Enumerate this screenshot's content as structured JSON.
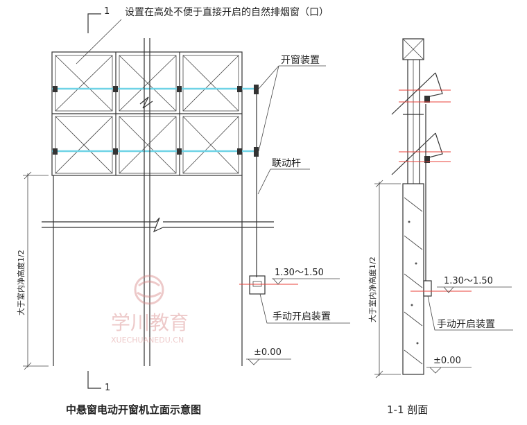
{
  "elevation": {
    "section_mark_top": "1",
    "section_mark_bottom": "1",
    "top_note": "设置在高处不便于直接开启的自然排烟窗（口）",
    "window_device_label": "开窗装置",
    "linkage_rod_label": "联动杆",
    "vertical_dim_label": "大于室内净高度1/2",
    "elevation_range_label": "1.30～1.50",
    "manual_device_label": "手动开启装置",
    "floor_level_label": "±0.00",
    "caption": "中悬窗电动开窗机立面示意图"
  },
  "section": {
    "vertical_dim_label": "大于室内净高度1/2",
    "elevation_range_label": "1.30～1.50",
    "manual_device_label": "手动开启装置",
    "floor_level_label": "±0.00",
    "caption": "1-1 剖面"
  },
  "watermark": {
    "text_cn": "学川教育",
    "text_en": "XUECHUANEDU.CN"
  },
  "colors": {
    "line": "#333333",
    "highlight_blue": "#6fd3e6",
    "highlight_red": "#e8423a",
    "watermark": "#d98a8a"
  }
}
